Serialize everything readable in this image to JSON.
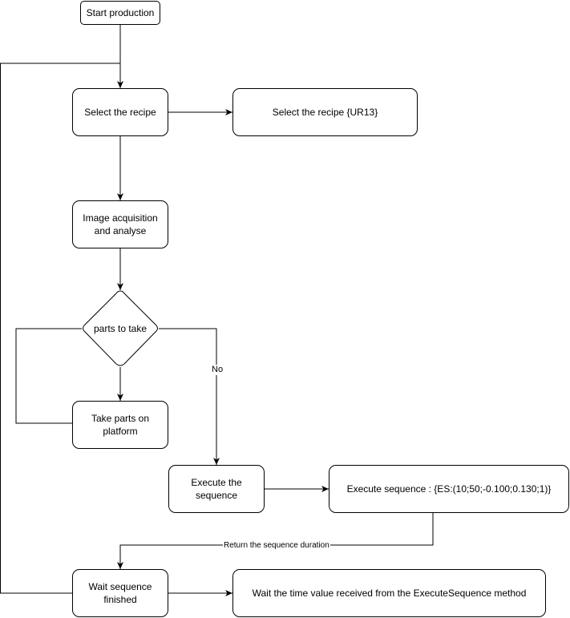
{
  "diagram": {
    "nodes": {
      "start": "Start production",
      "select_recipe": "Select the recipe",
      "select_recipe_cmd": "Select the recipe {UR13}",
      "image_acq": "Image acquisition and analyse",
      "parts_to_take": "parts to take",
      "take_parts": "Take parts on platform",
      "execute_seq": "Execute the sequence",
      "execute_seq_cmd": "Execute sequence : {ES:(10;50;-0.100;0.130;1)}",
      "wait_finished": "Wait sequence finished",
      "wait_time": "Wait the time value received from the ExecuteSequence method"
    },
    "edge_labels": {
      "no": "No",
      "return_duration": "Return the sequence duration"
    }
  }
}
